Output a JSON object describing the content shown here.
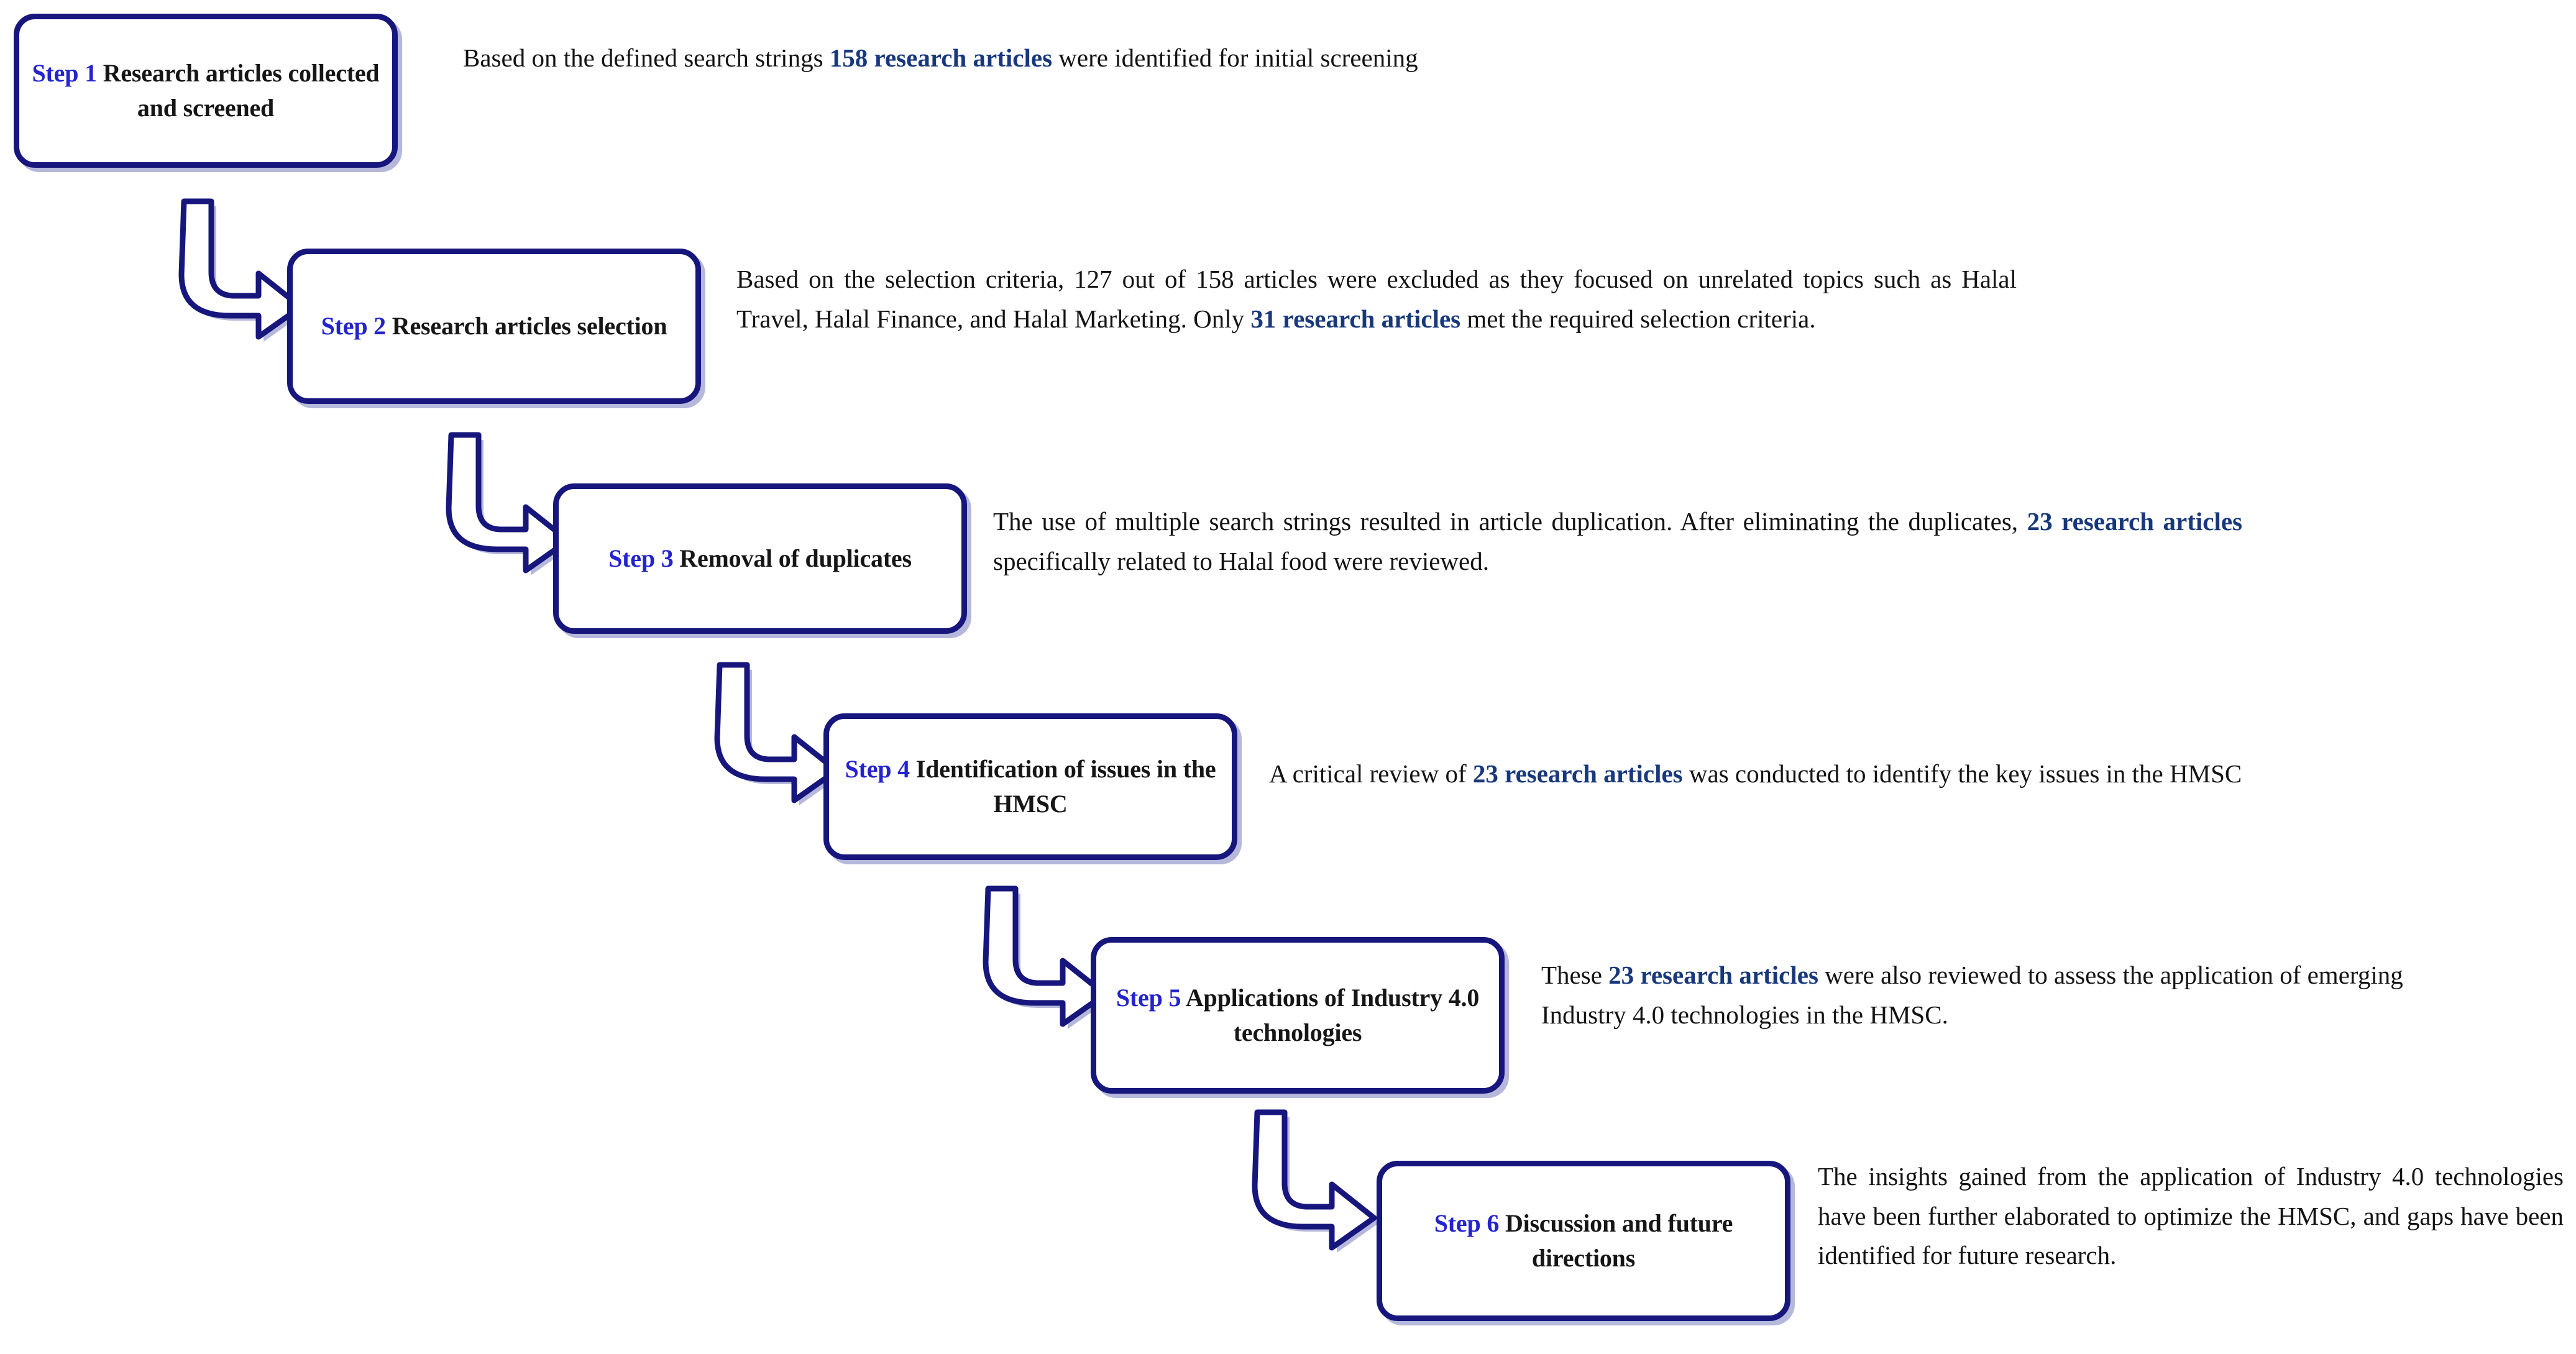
{
  "figure": {
    "type": "flowchart",
    "orientation": "vertical-staircase",
    "accent_box_border": "#16167d",
    "accent_step_label": "#2323cf",
    "accent_highlight": "#17387c",
    "body_text_color": "#131313",
    "background": "#ffffff",
    "connector_icon": "bent-arrow-down-right"
  },
  "steps": [
    {
      "id": "step-1",
      "step_label": "Step 1",
      "title": "Research articles collected and screened",
      "description_segments": [
        {
          "text": "Based on the defined search strings ",
          "highlight": false
        },
        {
          "text": "158 research articles",
          "highlight": true
        },
        {
          "text": " were identified for initial screening",
          "highlight": false
        }
      ],
      "description_plain": "Based on the defined search strings 158 research articles were identified for initial screening"
    },
    {
      "id": "step-2",
      "step_label": "Step 2",
      "title": "Research articles selection",
      "description_segments": [
        {
          "text": "Based on the selection criteria, 127 out of 158 articles were excluded as they focused on unrelated topics such as Halal Travel, Halal Finance, and Halal Marketing. Only ",
          "highlight": false
        },
        {
          "text": "31 research articles",
          "highlight": true
        },
        {
          "text": " met the required selection criteria.",
          "highlight": false
        }
      ],
      "description_plain": "Based on the selection criteria, 127 out of 158 articles were excluded as they focused on unrelated topics such as Halal Travel, Halal Finance, and Halal Marketing. Only 31 research articles met the required selection criteria."
    },
    {
      "id": "step-3",
      "step_label": "Step 3",
      "title": "Removal of duplicates",
      "description_segments": [
        {
          "text": "The use of multiple search strings resulted in article duplication. After eliminating the duplicates, ",
          "highlight": false
        },
        {
          "text": "23 research articles",
          "highlight": true
        },
        {
          "text": " specifically related to Halal food were reviewed.",
          "highlight": false
        }
      ],
      "description_plain": "The use of multiple search strings resulted in article duplication. After eliminating the duplicates, 23 research articles specifically related to Halal food were reviewed."
    },
    {
      "id": "step-4",
      "step_label": "Step 4",
      "title": "Identification of issues in the HMSC",
      "description_segments": [
        {
          "text": "A critical review of ",
          "highlight": false
        },
        {
          "text": "23 research articles",
          "highlight": true
        },
        {
          "text": " was conducted to identify the key issues in the HMSC",
          "highlight": false
        }
      ],
      "description_plain": "A critical review of 23 research articles was conducted to identify the key issues in the HMSC"
    },
    {
      "id": "step-5",
      "step_label": "Step 5",
      "title": "Applications of Industry 4.0 technologies",
      "description_segments": [
        {
          "text": "These ",
          "highlight": false
        },
        {
          "text": "23 research articles",
          "highlight": true
        },
        {
          "text": " were also reviewed to assess the application of emerging Industry 4.0 technologies in the HMSC.",
          "highlight": false
        }
      ],
      "description_plain": "These 23 research articles were also reviewed to assess the application of emerging Industry 4.0 technologies in the HMSC."
    },
    {
      "id": "step-6",
      "step_label": "Step 6",
      "title": "Discussion and future directions",
      "description_segments": [
        {
          "text": "The insights gained from the application of Industry 4.0 technologies have been further elaborated to optimize the HMSC, and gaps have been identified for future research.",
          "highlight": false
        }
      ],
      "description_plain": "The insights gained from the application of Industry 4.0 technologies have been further elaborated to optimize the HMSC, and gaps have been identified for future research."
    }
  ],
  "connectors": [
    {
      "id": "connector-1-2",
      "from": "step-1",
      "to": "step-2",
      "icon": "bent-arrow-down-right"
    },
    {
      "id": "connector-2-3",
      "from": "step-2",
      "to": "step-3",
      "icon": "bent-arrow-down-right"
    },
    {
      "id": "connector-3-4",
      "from": "step-3",
      "to": "step-4",
      "icon": "bent-arrow-down-right"
    },
    {
      "id": "connector-4-5",
      "from": "step-4",
      "to": "step-5",
      "icon": "bent-arrow-down-right"
    },
    {
      "id": "connector-5-6",
      "from": "step-5",
      "to": "step-6",
      "icon": "bent-arrow-down-right"
    }
  ]
}
